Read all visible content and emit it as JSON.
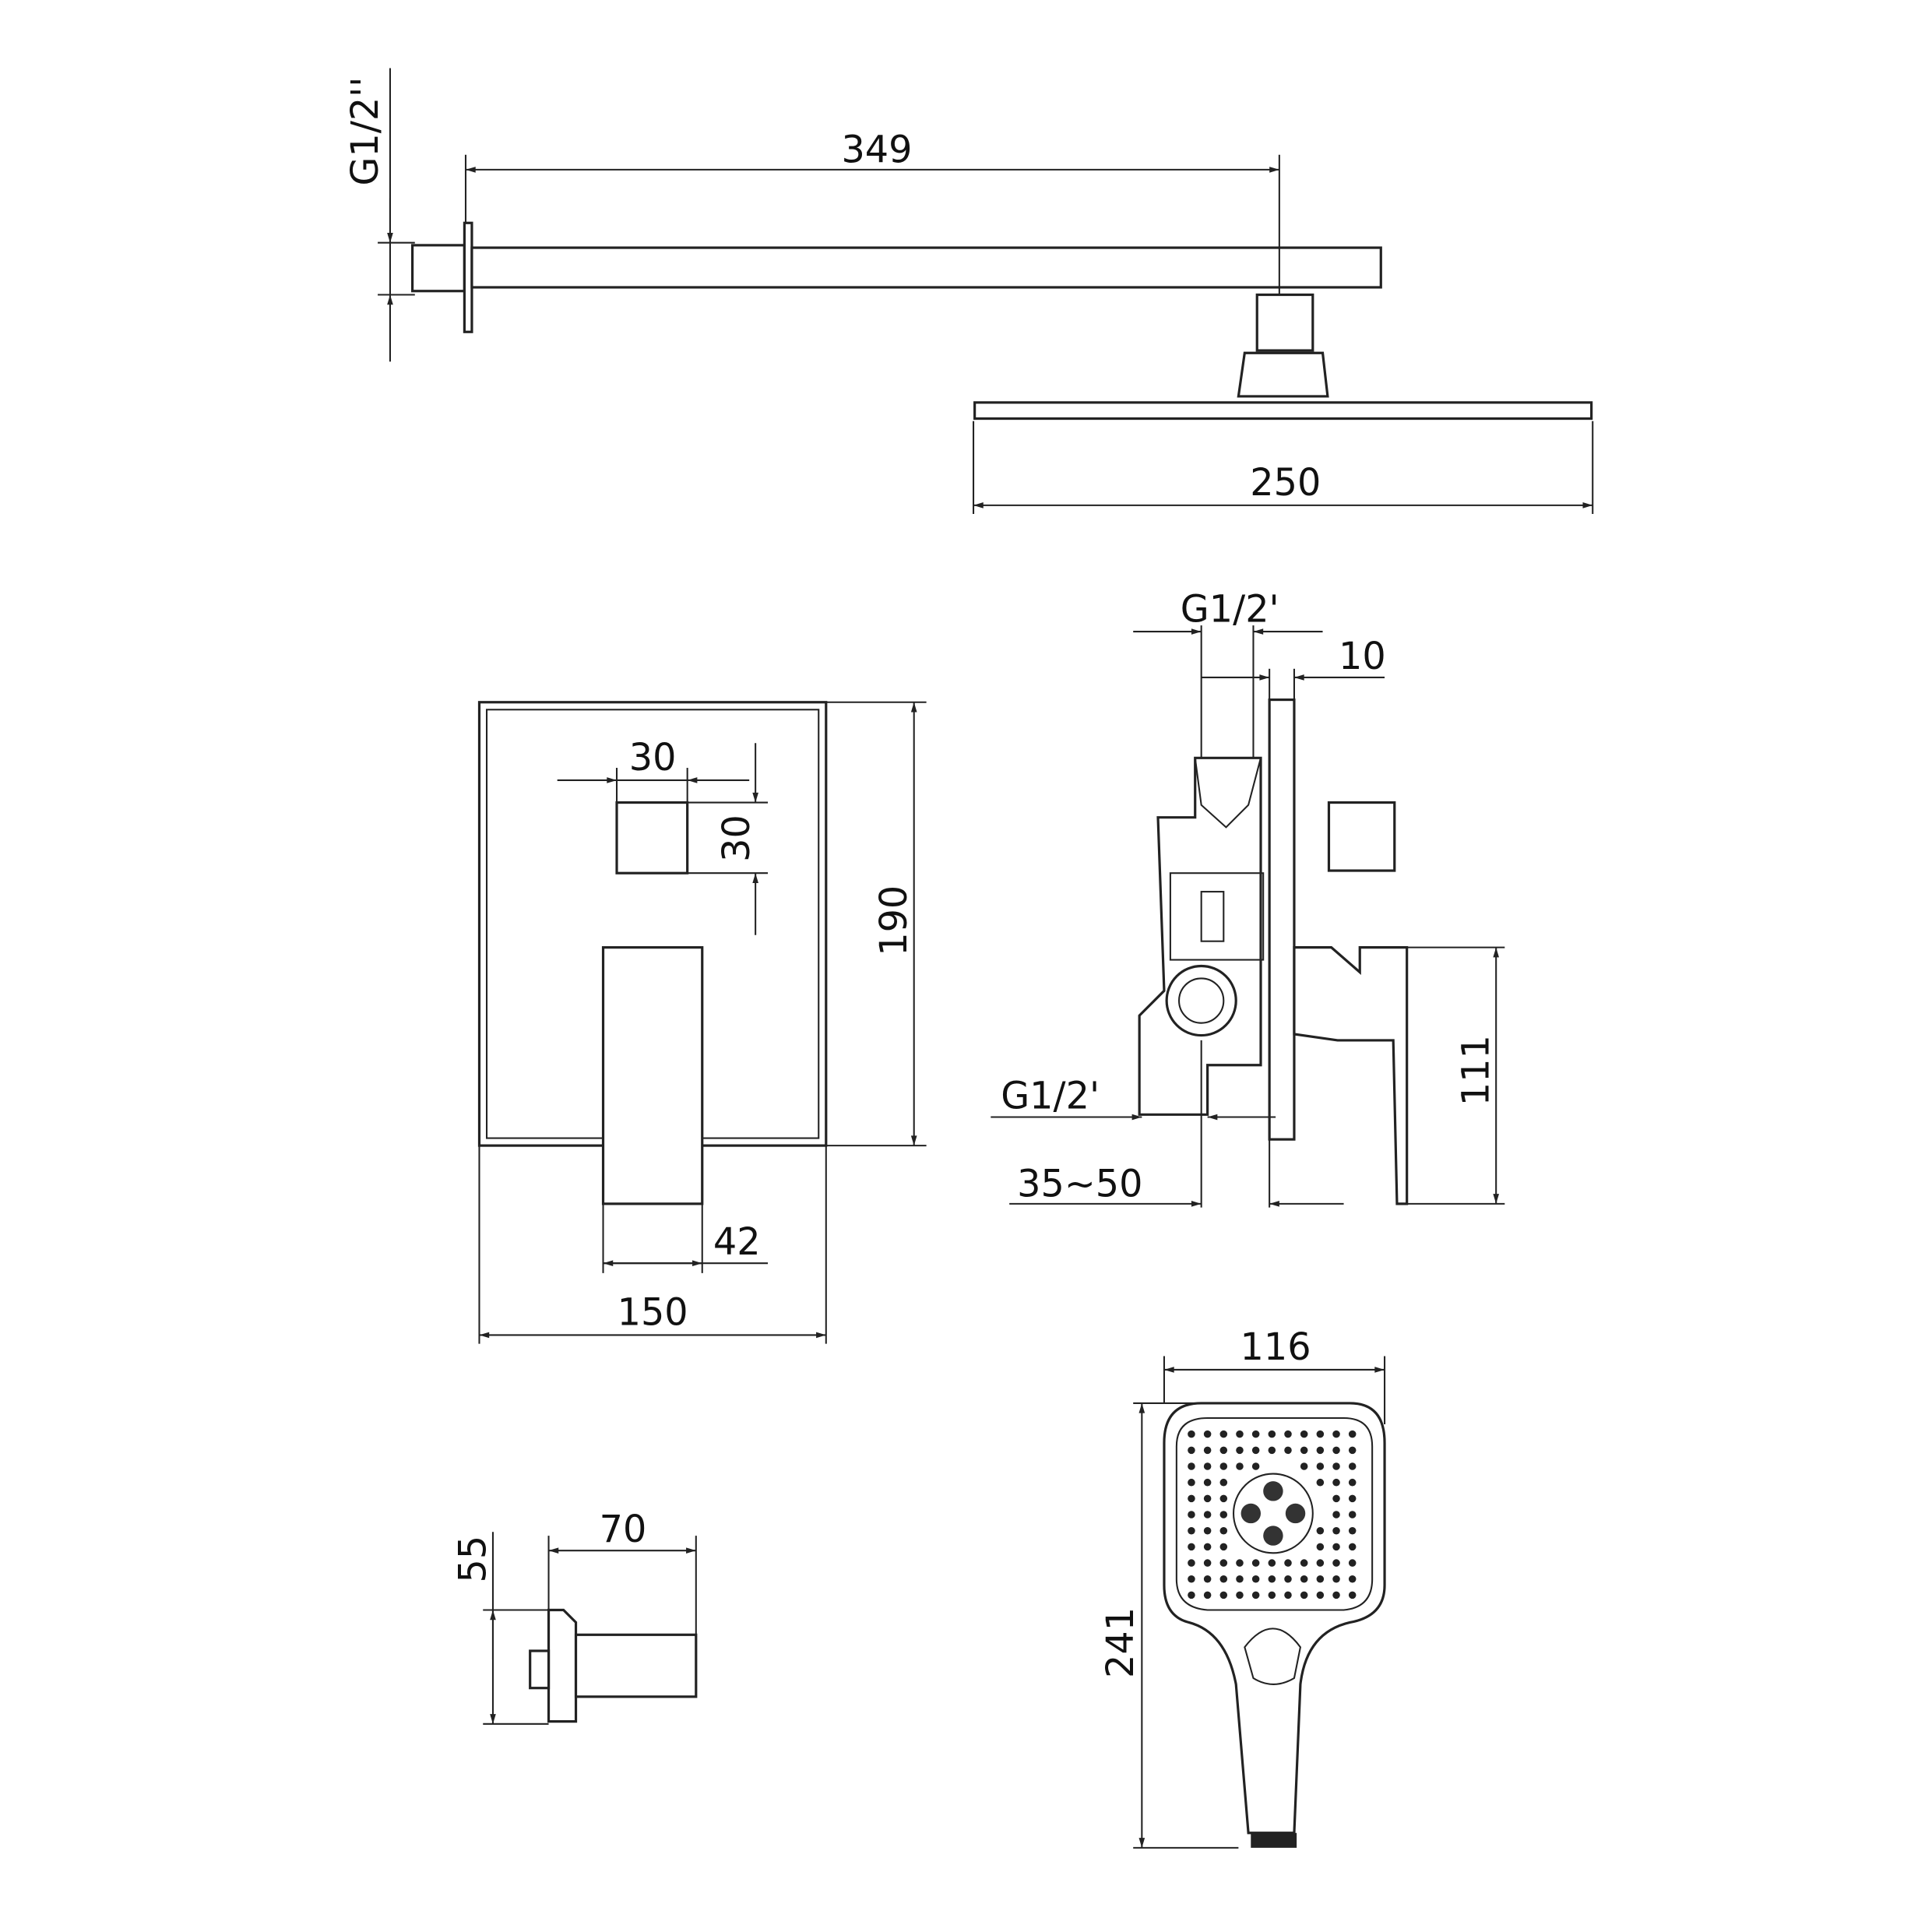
{
  "overhead_shower": {
    "inlet_thread": "G1/2''",
    "arm_length": "349",
    "head_width": "250"
  },
  "mixer_front": {
    "button_width": "30",
    "button_height": "30",
    "plate_height": "190",
    "handle_width": "42",
    "plate_width": "150"
  },
  "mixer_side": {
    "top_thread": "G1/2'",
    "plate_offset": "10",
    "bottom_thread": "G1/2'",
    "install_depth": "35~50",
    "handle_projection": "111"
  },
  "hand_shower": {
    "head_width": "116",
    "total_length": "241"
  },
  "spout": {
    "length": "70",
    "height": "55"
  }
}
